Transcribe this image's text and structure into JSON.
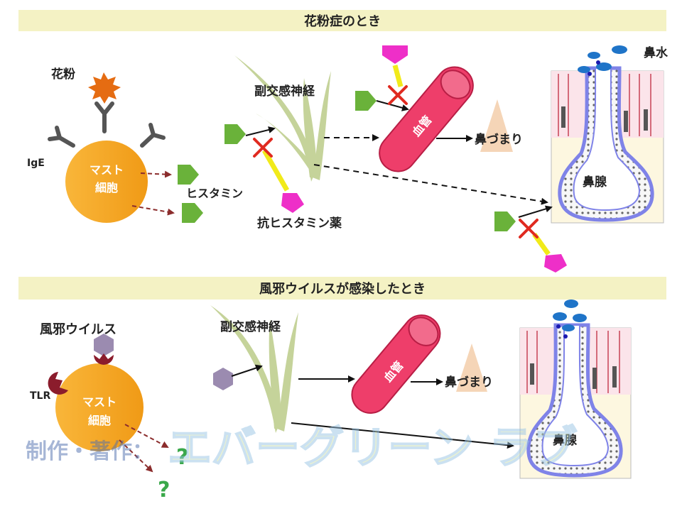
{
  "panel_top": {
    "title": "花粉症のとき",
    "pollen_label": "花粉",
    "ige_label": "IgE",
    "mast_cell_line1": "マスト",
    "mast_cell_line2": "細胞",
    "histamine_label": "ヒスタミン",
    "nerve_label": "副交感神経",
    "antihistamine_label": "抗ヒスタミン薬",
    "vessel_label": "血管",
    "congestion_label": "鼻づまり",
    "runny_nose_label": "鼻水",
    "gland_label": "鼻腺"
  },
  "panel_bottom": {
    "title": "風邪ウイルスが感染したとき",
    "virus_label": "風邪ウイルス",
    "tlr_label": "TLR",
    "mast_cell_line1": "マスト",
    "mast_cell_line2": "細胞",
    "nerve_label": "副交感神経",
    "vessel_label": "血管",
    "congestion_label": "鼻づまり",
    "gland_label": "鼻腺",
    "unknown_mark_1": "?",
    "unknown_mark_2": "?"
  },
  "watermark": {
    "credit": "制作・著作：",
    "brand": "エバーグリーン ラブ"
  },
  "colors": {
    "title_band": "#f4f2c4",
    "mast_cell": "#f5a623",
    "histamine": "#6ab23a",
    "antihistamine": "#ee2fc8",
    "vessel": "#ee3e6a",
    "blocker": "#e02a20",
    "nerve": "#c5d39a",
    "virus": "#9b8bb0",
    "tlr": "#8b1c2c",
    "question": "#3aa84a"
  }
}
